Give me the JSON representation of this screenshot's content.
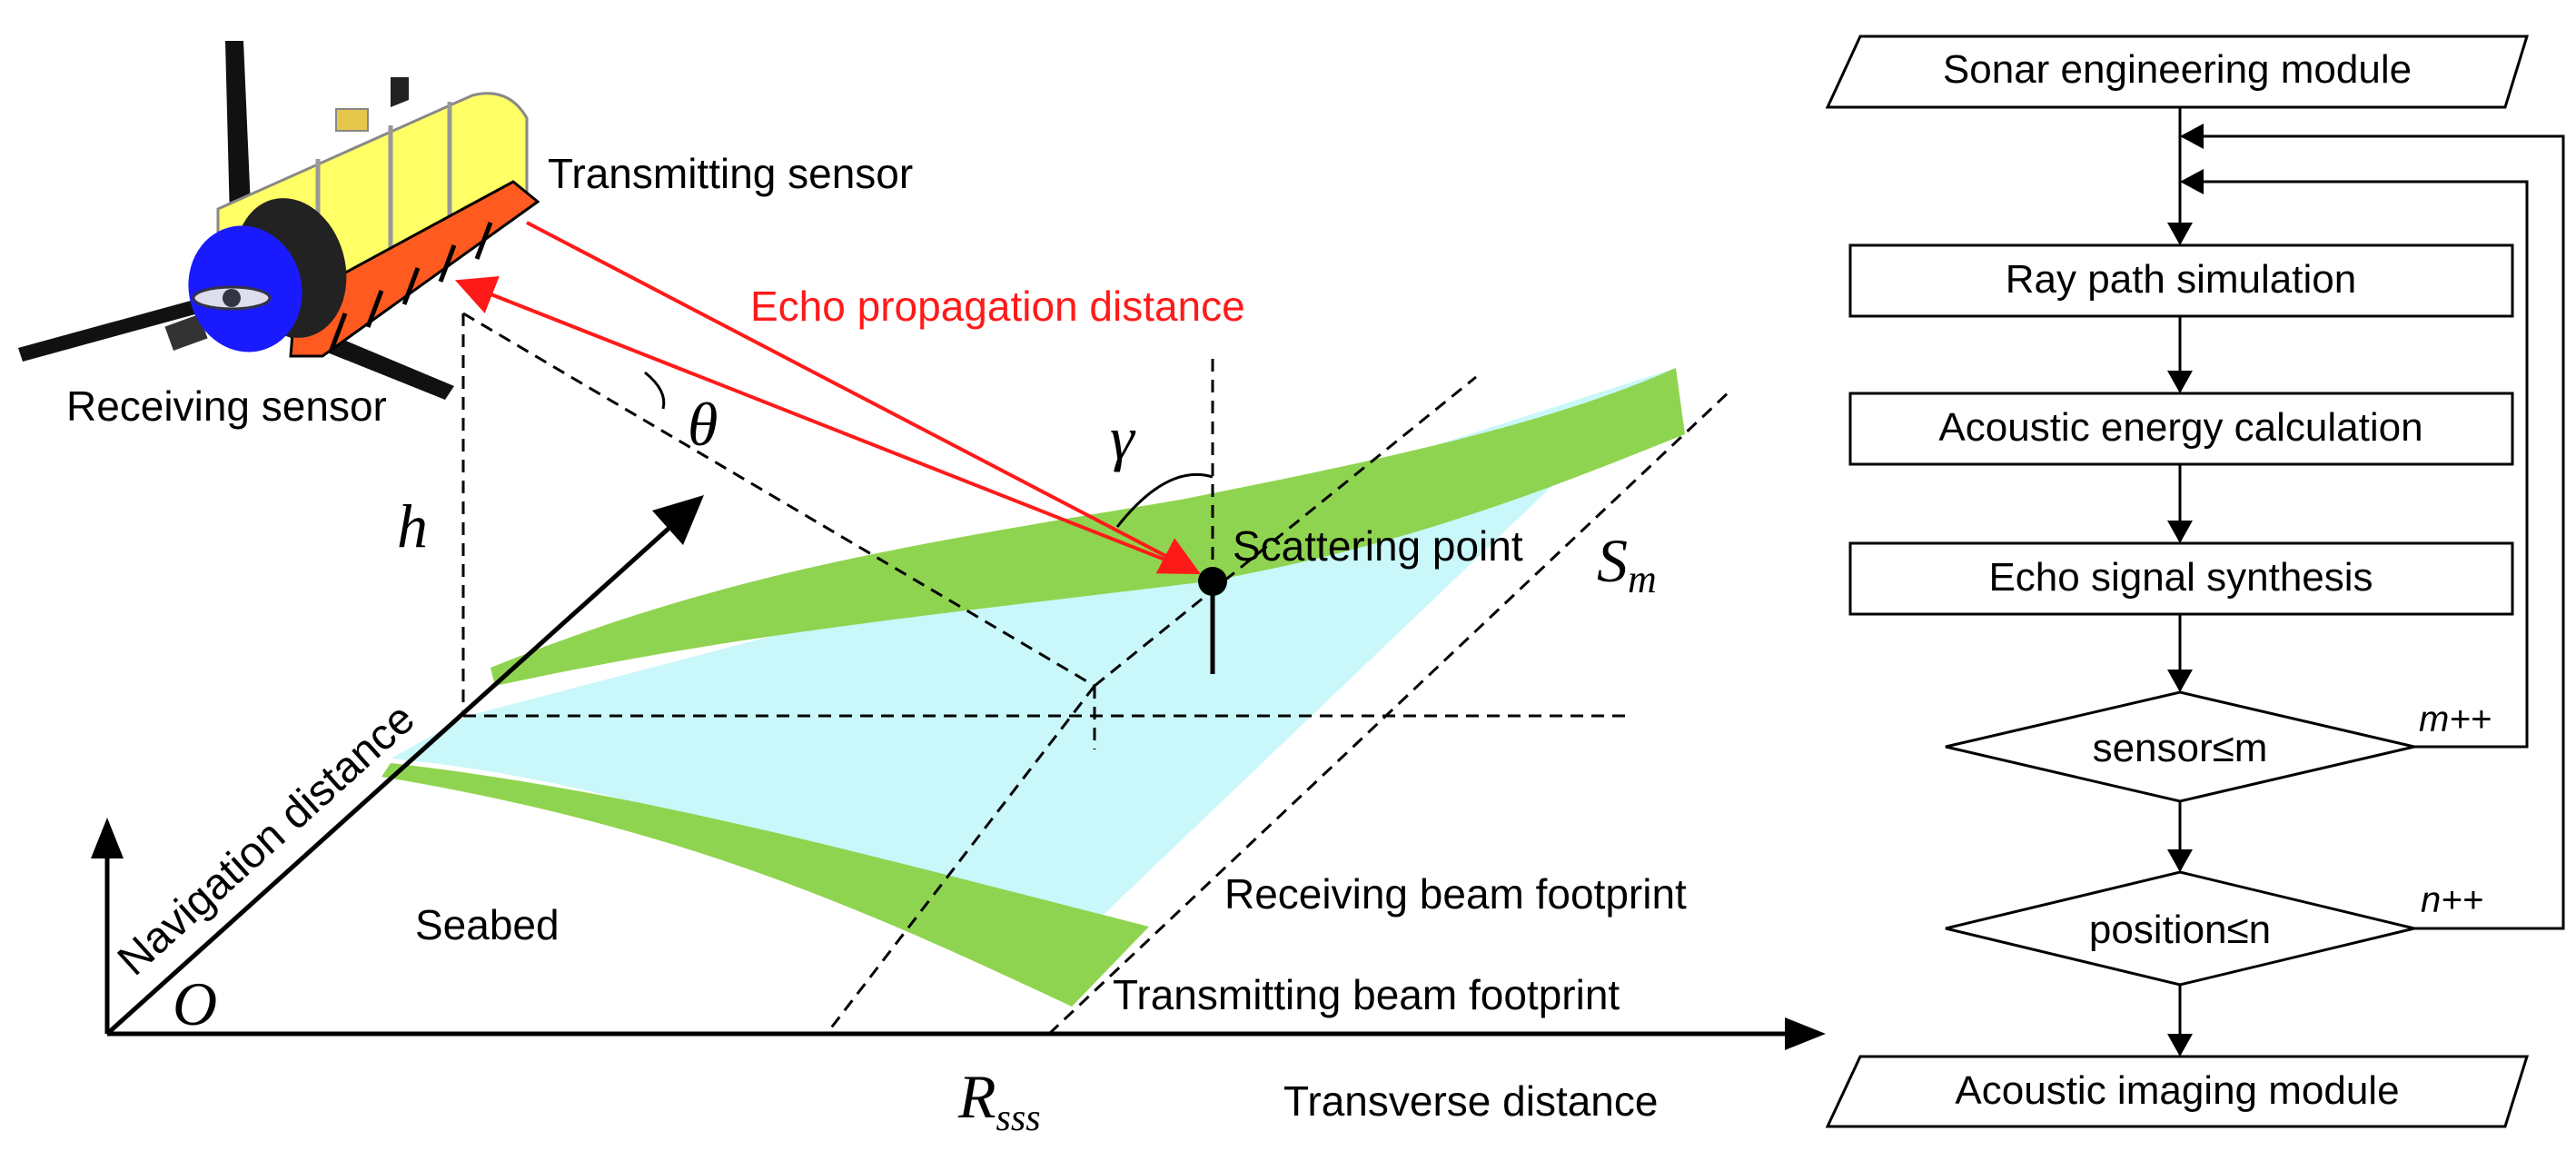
{
  "scene": {
    "labels": {
      "transmitting_sensor": "Transmitting sensor",
      "receiving_sensor": "Receiving sensor",
      "echo_propagation_distance": "Echo propagation distance",
      "scattering_point": "Scattering point",
      "receiving_beam_footprint": "Receiving beam footprint",
      "transmitting_beam_footprint": "Transmitting beam footprint",
      "seabed": "Seabed",
      "navigation_distance": "Navigation distance",
      "transverse_distance": "Transverse distance"
    },
    "symbols": {
      "theta": "θ",
      "gamma": "γ",
      "h": "h",
      "origin": "O",
      "S": "S",
      "S_sub": "m",
      "R": "R",
      "R_sub": "sss"
    }
  },
  "flowchart": {
    "start": "Sonar engineering module",
    "steps": [
      "Ray path simulation",
      "Acoustic energy calculation",
      "Echo signal synthesis"
    ],
    "decision1": "sensor≤m",
    "decision1_loop": "m++",
    "decision2": "position≤n",
    "decision2_loop": "n++",
    "end": "Acoustic imaging module"
  },
  "colors": {
    "beam_green": "#8fd450",
    "footprint_cyan": "#c9f7fa",
    "echo_red": "#ff1a1a",
    "sonar_yellow": "#ffff66",
    "sonar_orange": "#ff5a1f",
    "sonar_blue": "#1a1aff"
  }
}
